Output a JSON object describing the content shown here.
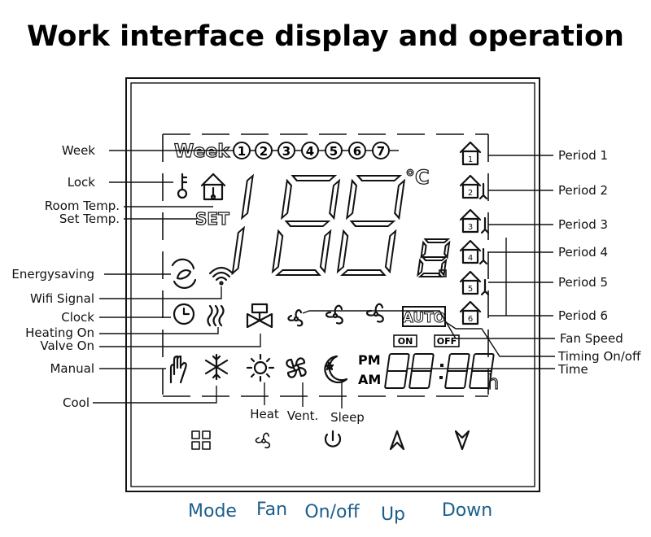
{
  "title": "Work interface display and operation",
  "left_labels": {
    "week": "Week",
    "lock": "Lock",
    "room_temp": "Room Temp.",
    "set_temp": "Set Temp.",
    "energysaving": "Energysaving",
    "wifi": "Wifi Signal",
    "clock": "Clock",
    "heating_on": "Heating On",
    "valve_on": "Valve On",
    "manual": "Manual",
    "cool": "Cool"
  },
  "right_labels": {
    "period1": "Period 1",
    "period2": "Period 2",
    "period3": "Period 3",
    "period4": "Period 4",
    "period5": "Period 5",
    "period6": "Period 6",
    "fan_speed": "Fan Speed",
    "timing": "Timing On/off",
    "time": "Time"
  },
  "mode_labels": {
    "heat": "Heat",
    "vent": "Vent.",
    "sleep": "Sleep"
  },
  "display": {
    "week_text": "Week",
    "days": [
      "1",
      "2",
      "3",
      "4",
      "5",
      "6",
      "7"
    ],
    "set": "SET",
    "unit": "°C",
    "auto": "AUTO",
    "on": "ON",
    "off": "OFF",
    "pm": "PM",
    "am": "AM",
    "hour_unit": "h",
    "periods": [
      "1",
      "2",
      "3",
      "4",
      "5",
      "6"
    ]
  },
  "buttons": {
    "mode": "Mode",
    "fan": "Fan",
    "onoff": "On/off",
    "up": "Up",
    "down": "Down"
  },
  "colors": {
    "button_text": "#1b5e8c",
    "ink": "#111111"
  }
}
